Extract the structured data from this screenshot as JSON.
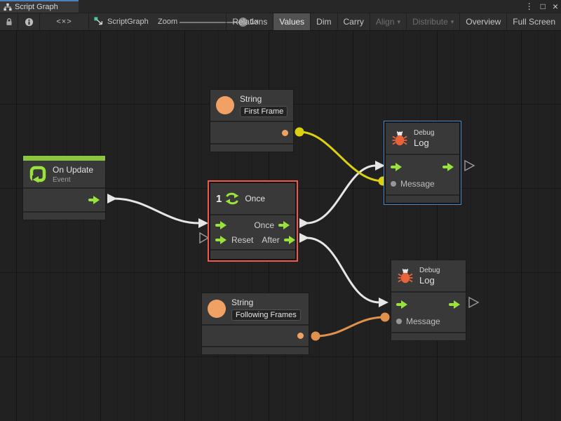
{
  "window": {
    "tab": "Script Graph",
    "controls": {
      "menu": "⋮",
      "maximize": "□",
      "close": "×"
    }
  },
  "toolbar": {
    "code_glyph": "<×>",
    "graph_label": "ScriptGraph",
    "zoom_label": "Zoom",
    "zoom_value": "1x",
    "caret_glyph": "▾",
    "buttons": [
      {
        "label": "Relations",
        "state": "normal"
      },
      {
        "label": "Values",
        "state": "active"
      },
      {
        "label": "Dim",
        "state": "normal"
      },
      {
        "label": "Carry",
        "state": "normal"
      },
      {
        "label": "Align",
        "state": "disabled",
        "dropdown": true
      },
      {
        "label": "Distribute",
        "state": "disabled",
        "dropdown": true
      },
      {
        "label": "Overview",
        "state": "normal"
      },
      {
        "label": "Full Screen",
        "state": "normal"
      }
    ]
  },
  "nodes": {
    "string_first": {
      "title": "String",
      "value": "First Frame"
    },
    "on_update": {
      "title": "On Update",
      "subtitle": "Event"
    },
    "once": {
      "badge": "1",
      "title": "Once",
      "out_once": "Once",
      "in_reset": "Reset",
      "out_after": "After"
    },
    "debug_top": {
      "category": "Debug",
      "title": "Log",
      "input_label": "Message"
    },
    "debug_bottom": {
      "category": "Debug",
      "title": "Log",
      "input_label": "Message"
    },
    "string_following": {
      "title": "String",
      "value": "Following Frames"
    }
  },
  "colors": {
    "accent_blue_tab": "#4a80bf",
    "selection_red": "#f05a4c",
    "selection_blue": "#4a8cc8",
    "green_bar": "#8cc63f",
    "port_green": "#9ae23c",
    "orange": "#f2a164",
    "bug_orange": "#e8633a",
    "wire_white": "#e6e6e6",
    "wire_yellow": "#ddd011",
    "wire_orange": "#e0924c"
  }
}
